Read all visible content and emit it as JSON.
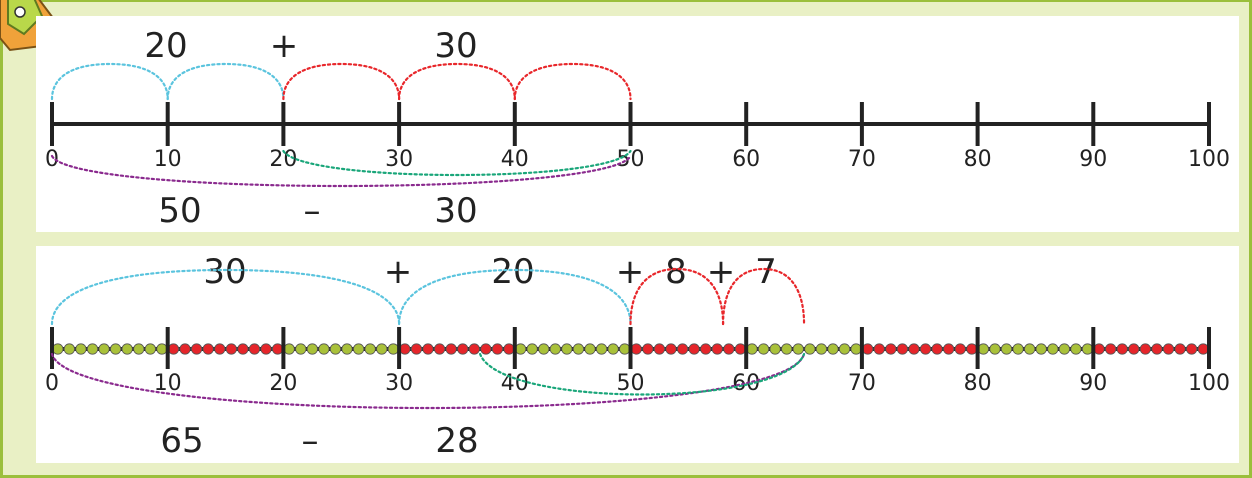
{
  "panel_top": {
    "equation_add": {
      "first": "20",
      "op": "+",
      "second": "30"
    },
    "equation_sub": {
      "first": "50",
      "op": "–",
      "second": "30"
    },
    "tick_labels": [
      "0",
      "10",
      "20",
      "30",
      "40",
      "50",
      "60",
      "70",
      "80",
      "90",
      "100"
    ],
    "jumps_blue": [
      [
        0,
        10
      ],
      [
        10,
        20
      ]
    ],
    "jumps_red": [
      [
        20,
        30
      ],
      [
        30,
        40
      ],
      [
        40,
        50
      ]
    ],
    "arc_purple": [
      0,
      50
    ],
    "arc_green": [
      20,
      50
    ]
  },
  "panel_bottom": {
    "equation_add": {
      "first": "30",
      "op1": "+",
      "second": "20",
      "op2": "+",
      "third": "8",
      "op3": "+",
      "fourth": "7"
    },
    "equation_sub": {
      "first": "65",
      "op": "–",
      "second": "28"
    },
    "tick_labels": [
      "0",
      "10",
      "20",
      "30",
      "40",
      "50",
      "60",
      "70",
      "80",
      "90",
      "100"
    ],
    "jumps_blue": [
      [
        0,
        30
      ],
      [
        30,
        50
      ]
    ],
    "jumps_red": [
      [
        50,
        58
      ],
      [
        58,
        65
      ]
    ],
    "arc_purple": [
      0,
      65
    ],
    "arc_green": [
      37,
      65
    ],
    "bead_groups": [
      "green",
      "red",
      "green",
      "red",
      "green",
      "red",
      "green",
      "red",
      "green",
      "red"
    ]
  },
  "colors": {
    "blue": "#5bc4de",
    "red": "#e8272b",
    "purple": "#8a2a8e",
    "green": "#1aa67a",
    "bead_green": "#a9c13a",
    "bead_red": "#e5252a",
    "border": "#9bbf3c",
    "background": "#e9f0c5"
  }
}
